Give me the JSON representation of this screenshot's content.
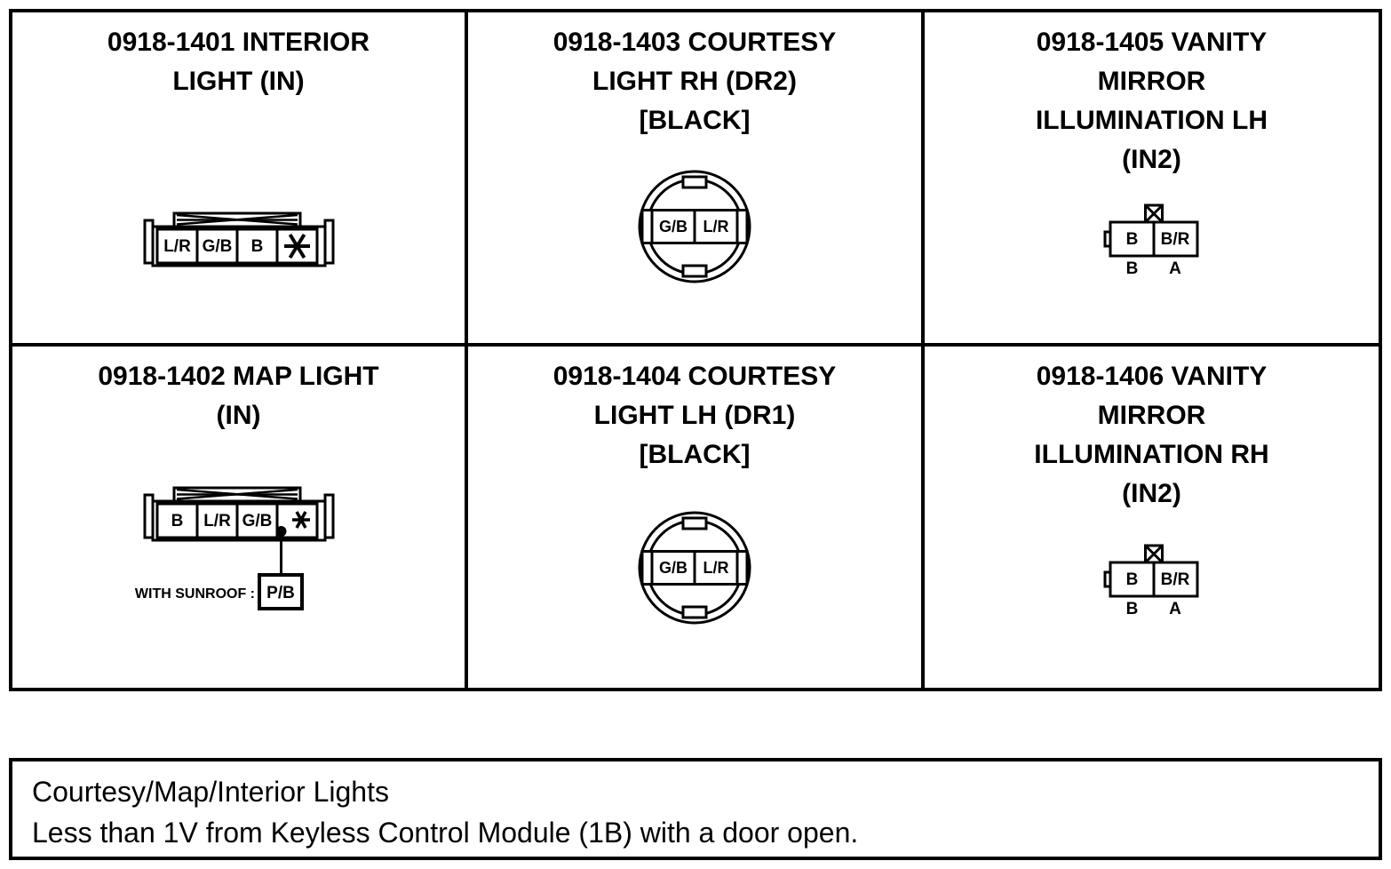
{
  "cells": [
    {
      "id": "0918-1401",
      "title": [
        "0918-1401 INTERIOR",
        "LIGHT (IN)"
      ],
      "connector_type": "4-pin-inline",
      "pins": [
        "L/R",
        "G/B",
        "B",
        "*"
      ]
    },
    {
      "id": "0918-1403",
      "title": [
        "0918-1403 COURTESY",
        "LIGHT RH (DR2)",
        "[BLACK]"
      ],
      "connector_type": "round-2-pin",
      "pins": [
        "G/B",
        "L/R"
      ]
    },
    {
      "id": "0918-1405",
      "title": [
        "0918-1405 VANITY",
        "MIRROR",
        "ILLUMINATION LH",
        "(IN2)"
      ],
      "connector_type": "2-pin-with-latch",
      "pins": [
        "B",
        "B/R"
      ],
      "pin_positions": [
        "B",
        "A"
      ]
    },
    {
      "id": "0918-1402",
      "title": [
        "0918-1402 MAP LIGHT",
        "(IN)"
      ],
      "connector_type": "4-pin-inline",
      "pins": [
        "B",
        "L/R",
        "G/B",
        "*"
      ],
      "note_label": "WITH SUNROOF :",
      "note_pin": "P/B"
    },
    {
      "id": "0918-1404",
      "title": [
        "0918-1404 COURTESY",
        "LIGHT LH (DR1)",
        "[BLACK]"
      ],
      "connector_type": "round-2-pin",
      "pins": [
        "G/B",
        "L/R"
      ]
    },
    {
      "id": "0918-1406",
      "title": [
        "0918-1406 VANITY",
        "MIRROR",
        "ILLUMINATION RH",
        "(IN2)"
      ],
      "connector_type": "2-pin-with-latch",
      "pins": [
        "B",
        "B/R"
      ],
      "pin_positions": [
        "B",
        "A"
      ]
    }
  ],
  "caption": {
    "line1": "Courtesy/Map/Interior Lights",
    "line2": "Less than 1V from Keyless Control Module (1B) with a door open."
  },
  "colors": {
    "line": "#000000",
    "background": "#ffffff"
  }
}
